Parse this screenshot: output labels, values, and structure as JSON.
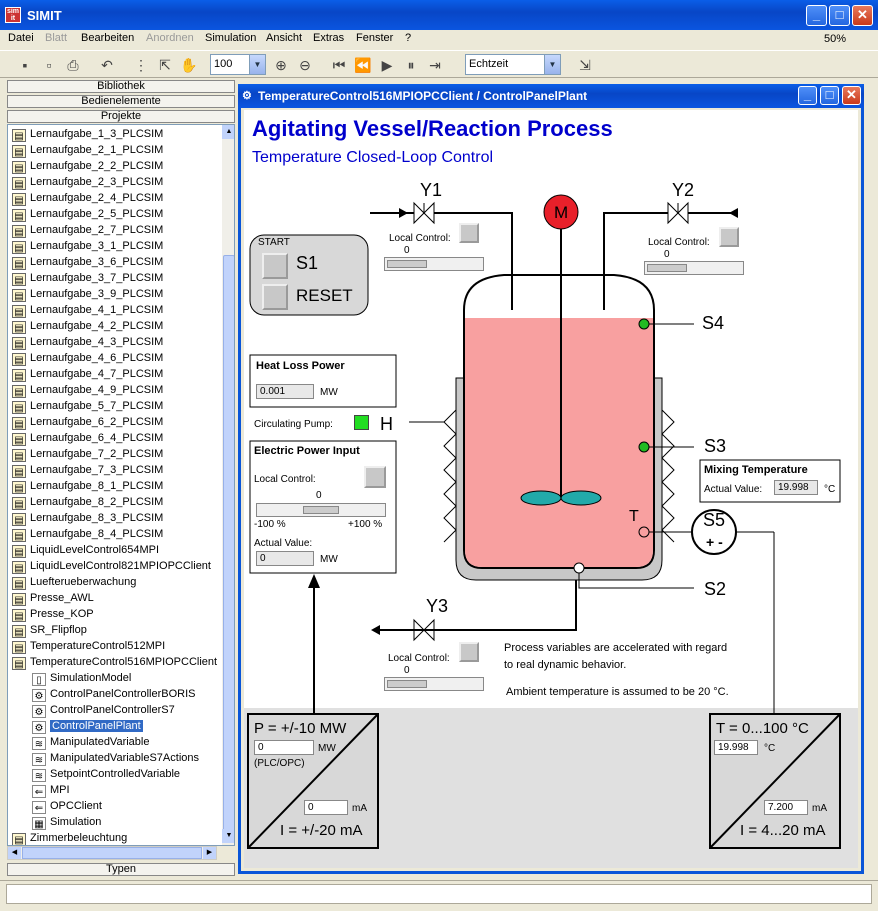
{
  "app": {
    "title": "SIMIT",
    "icon": "simit-app-icon",
    "zoom_percent": "50%",
    "zoom_fraction": 0.5
  },
  "menu": [
    "Datei",
    "Blatt",
    "Bearbeiten",
    "Anordnen",
    "Simulation",
    "Ansicht",
    "Extras",
    "Fenster",
    "?"
  ],
  "menu_disabled": [
    "Blatt",
    "Anordnen"
  ],
  "toolbar": {
    "zoom_value": "100",
    "time_mode": "Echtzeit"
  },
  "left": {
    "sections": {
      "library": "Bibliothek",
      "controls": "Bedienelemente",
      "projects": "Projekte",
      "types": "Typen"
    },
    "tree": [
      "Lernaufgabe_1_3_PLCSIM",
      "Lernaufgabe_2_1_PLCSIM",
      "Lernaufgabe_2_2_PLCSIM",
      "Lernaufgabe_2_3_PLCSIM",
      "Lernaufgabe_2_4_PLCSIM",
      "Lernaufgabe_2_5_PLCSIM",
      "Lernaufgabe_2_7_PLCSIM",
      "Lernaufgabe_3_1_PLCSIM",
      "Lernaufgabe_3_6_PLCSIM",
      "Lernaufgabe_3_7_PLCSIM",
      "Lernaufgabe_3_9_PLCSIM",
      "Lernaufgabe_4_1_PLCSIM",
      "Lernaufgabe_4_2_PLCSIM",
      "Lernaufgabe_4_3_PLCSIM",
      "Lernaufgabe_4_6_PLCSIM",
      "Lernaufgabe_4_7_PLCSIM",
      "Lernaufgabe_4_9_PLCSIM",
      "Lernaufgabe_5_7_PLCSIM",
      "Lernaufgabe_6_2_PLCSIM",
      "Lernaufgabe_6_4_PLCSIM",
      "Lernaufgabe_7_2_PLCSIM",
      "Lernaufgabe_7_3_PLCSIM",
      "Lernaufgabe_8_1_PLCSIM",
      "Lernaufgabe_8_2_PLCSIM",
      "Lernaufgabe_8_3_PLCSIM",
      "Lernaufgabe_8_4_PLCSIM",
      "LiquidLevelControl654MPI",
      "LiquidLevelControl821MPIOPCClient",
      "Luefterueberwachung",
      "Presse_AWL",
      "Presse_KOP",
      "SR_Flipflop",
      "TemperatureControl512MPI",
      "TemperatureControl516MPIOPCClient"
    ],
    "subtree": [
      {
        "label": "SimulationModel",
        "icon": "document-icon"
      },
      {
        "label": "ControlPanelControllerBORIS",
        "icon": "control-panel-icon"
      },
      {
        "label": "ControlPanelControllerS7",
        "icon": "control-panel-icon"
      },
      {
        "label": "ControlPanelPlant",
        "icon": "control-panel-icon",
        "selected": true
      },
      {
        "label": "ManipulatedVariable",
        "icon": "chart-icon"
      },
      {
        "label": "ManipulatedVariableS7Actions",
        "icon": "chart-icon"
      },
      {
        "label": "SetpointControlledVariable",
        "icon": "chart-icon"
      },
      {
        "label": "MPI",
        "icon": "connector-icon"
      },
      {
        "label": "OPCClient",
        "icon": "connector-icon"
      },
      {
        "label": "Simulation",
        "icon": "grid-icon"
      }
    ],
    "last_item": "Zimmerbeleuchtung"
  },
  "child_window": {
    "title": "TemperatureControl516MPIOPCClient / ControlPanelPlant"
  },
  "panel": {
    "title": "Agitating Vessel/Reaction Process",
    "subtitle": "Temperature Closed-Loop Control",
    "colors": {
      "title": "#0000cc",
      "liquid": "#f8a0a0",
      "motor": "#e8202a",
      "sensor_green": "#22bb22",
      "agitator": "#22aaaa",
      "pump_on": "#22dd22"
    },
    "start": {
      "label": "START",
      "s1": "S1",
      "reset": "RESET"
    },
    "y1": {
      "label": "Y1",
      "local_control": "Local Control:",
      "value": "0"
    },
    "y2": {
      "label": "Y2",
      "local_control": "Local Control:",
      "value": "0"
    },
    "y3": {
      "label": "Y3",
      "local_control": "Local Control:",
      "value": "0"
    },
    "motor": "M",
    "sensors": {
      "s2": "S2",
      "s3": "S3",
      "s4": "S4",
      "s5": "S5",
      "t": "T",
      "h": "H",
      "s5_sign": "+ -"
    },
    "heat_loss": {
      "title": "Heat Loss Power",
      "value": "0.001",
      "unit": "MW"
    },
    "pump": {
      "label": "Circulating Pump:"
    },
    "power": {
      "title": "Electric Power Input",
      "local_control": "Local Control:",
      "slider_value": "0",
      "min": "-100 %",
      "max": "+100 %",
      "actual_label": "Actual Value:",
      "actual": "0",
      "unit": "MW"
    },
    "mixing": {
      "title": "Mixing Temperature",
      "actual_label": "Actual Value:",
      "value": "19.998",
      "unit": "°C"
    },
    "notes": [
      "Process variables are accelerated with regard",
      "to real dynamic behavior.",
      "Ambient temperature is assumed to be 20 °C."
    ],
    "conv_left": {
      "top": "P = +/-10 MW",
      "value": "0",
      "unit": "MW",
      "sub": "(PLC/OPC)",
      "ma_value": "0",
      "ma_unit": "mA",
      "bottom": "I = +/-20 mA"
    },
    "conv_right": {
      "top": "T = 0...100 °C",
      "value": "19.998",
      "unit": "°C",
      "ma_value": "7.200",
      "ma_unit": "mA",
      "bottom": "I = 4...20 mA"
    }
  }
}
